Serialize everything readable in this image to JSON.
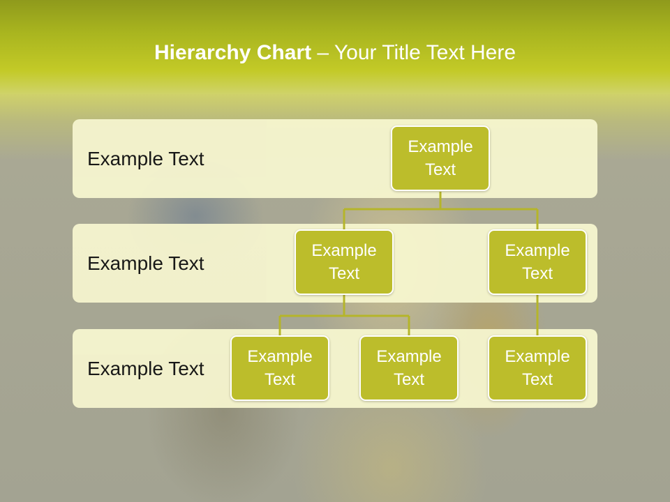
{
  "title": {
    "bold": "Hierarchy Chart",
    "dash": " – ",
    "rest": "Your Title Text Here"
  },
  "bands": [
    {
      "label": "Example Text"
    },
    {
      "label": "Example Text"
    },
    {
      "label": "Example Text"
    }
  ],
  "nodes": {
    "root": {
      "line1": "Example",
      "line2": "Text"
    },
    "mid_left": {
      "line1": "Example",
      "line2": "Text"
    },
    "mid_right": {
      "line1": "Example",
      "line2": "Text"
    },
    "leaf_1": {
      "line1": "Example",
      "line2": "Text"
    },
    "leaf_2": {
      "line1": "Example",
      "line2": "Text"
    },
    "leaf_3": {
      "line1": "Example",
      "line2": "Text"
    }
  },
  "colors": {
    "node_fill": "#bcbd2b",
    "band_fill": "#f6f5cf",
    "connector": "#b5b52a",
    "title_text": "#ffffff"
  }
}
